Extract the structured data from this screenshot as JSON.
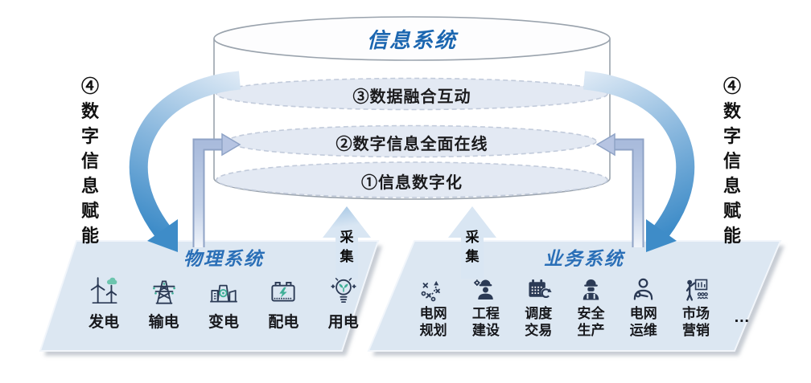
{
  "info_system": {
    "title": "信息系统",
    "layer3": "③数据融合互动",
    "layer2": "②数字信息全面在线",
    "layer1": "①信息数字化"
  },
  "empower_left": "④数字信息赋能",
  "empower_right": "④数字信息赋能",
  "collect_left": "采集",
  "collect_right": "采集",
  "physical_system": {
    "title": "物理系统",
    "items": [
      {
        "label": "发电",
        "icon": "wind-turbine-icon"
      },
      {
        "label": "输电",
        "icon": "transmission-tower-icon"
      },
      {
        "label": "变电",
        "icon": "power-plant-icon"
      },
      {
        "label": "配电",
        "icon": "battery-icon"
      },
      {
        "label": "用电",
        "icon": "light-bulb-icon"
      }
    ]
  },
  "business_system": {
    "title": "业务系统",
    "items": [
      {
        "label": "电网规划",
        "icon": "planning-icon"
      },
      {
        "label": "工程建设",
        "icon": "engineer-icon"
      },
      {
        "label": "调度交易",
        "icon": "calendar-sync-icon"
      },
      {
        "label": "安全生产",
        "icon": "safety-worker-icon"
      },
      {
        "label": "电网运维",
        "icon": "maintenance-icon"
      },
      {
        "label": "市场营销",
        "icon": "marketing-presentation-icon"
      }
    ],
    "more": "…"
  },
  "colors": {
    "accent_blue": "#1b66b0",
    "arrow_blue": "#3e8cc8",
    "panel_fill": "#dce7f2",
    "layer_fill": "#e3e9f3",
    "pipe_lavender": "#aabcdc",
    "icon_navy": "#2b3a55",
    "icon_teal": "#3faf97"
  }
}
